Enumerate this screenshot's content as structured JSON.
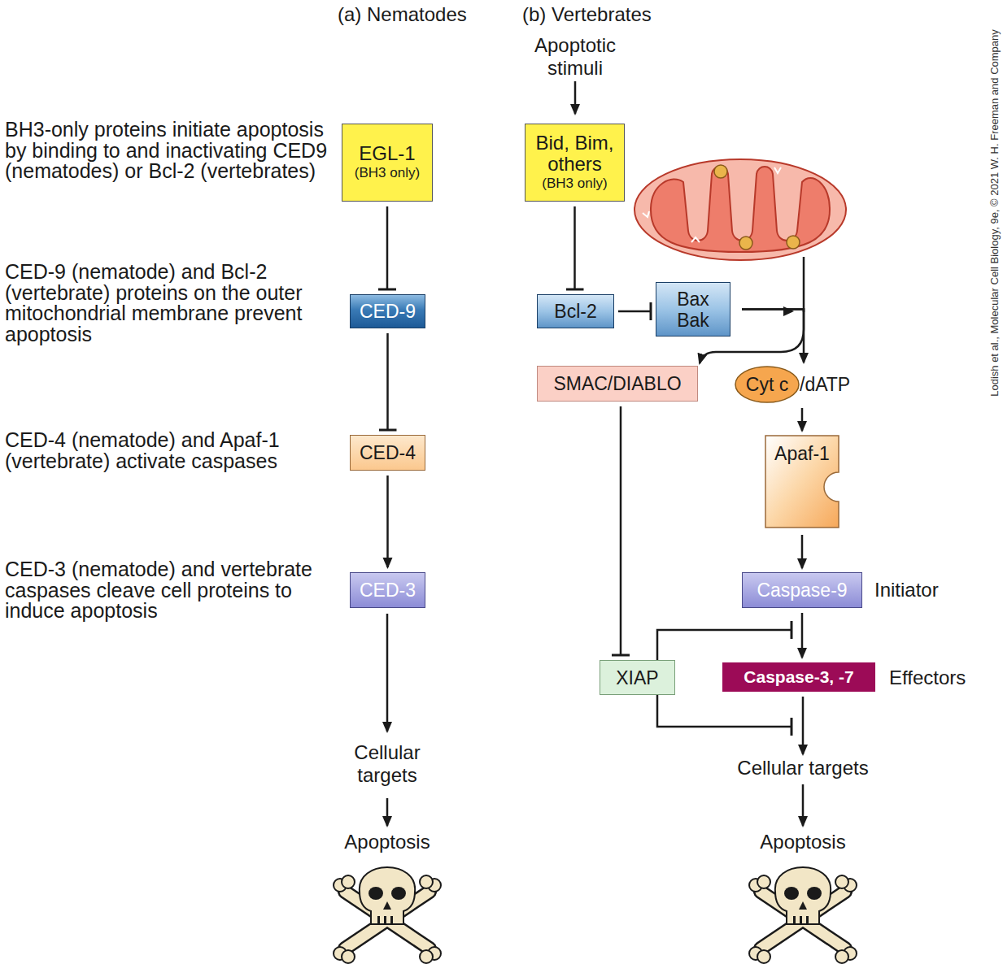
{
  "diagram": {
    "nodes": [
      {
        "text": [
          "EGL-1",
          "(BH3 only)"
        ]
      },
      {
        "text": [
          "CED-9"
        ]
      },
      {
        "text": [
          "CED-4"
        ]
      },
      {
        "text": [
          "CED-3"
        ]
      },
      {
        "text": [
          "Bid, Bim, others",
          "(BH3 only)"
        ]
      },
      {
        "text": [
          "Bcl-2"
        ]
      },
      {
        "text": [
          "Bax Bak"
        ]
      },
      {
        "text": [
          "SMAC/DIABLO"
        ]
      },
      {
        "text": [
          "Cyt c",
          "/dATP"
        ]
      },
      {
        "text": [
          "Apaf-1"
        ]
      },
      {
        "text": [
          "Caspase-9"
        ]
      },
      {
        "text": [
          "Caspase-3, -7"
        ]
      },
      {
        "text": [
          "XIAP"
        ]
      }
    ],
    "edges": [
      {
        "from": 0,
        "to": 1,
        "arrow": "to"
      },
      {
        "from": 1,
        "to": 2,
        "arrow": "to"
      },
      {
        "from": 2,
        "to": 3,
        "arrow": "to"
      },
      {
        "from": 4,
        "to": 5,
        "arrow": "to"
      },
      {
        "from": 5,
        "to": 6,
        "arrow": "to"
      },
      {
        "from": 6,
        "to": 7,
        "arrow": "to"
      },
      {
        "from": 6,
        "to": 8,
        "arrow": "to"
      },
      {
        "from": 8,
        "to": 9,
        "arrow": "to"
      },
      {
        "from": 9,
        "to": 10,
        "arrow": "to"
      },
      {
        "from": 10,
        "to": 11,
        "arrow": "to"
      },
      {
        "from": 7,
        "to": 12,
        "arrow": "to"
      },
      {
        "from": 12,
        "to": 10,
        "arrow": "to"
      },
      {
        "from": 12,
        "to": 11,
        "arrow": "to"
      }
    ],
    "labels": [
      "(a) Nematodes",
      "(b) Vertebrates",
      "Apoptotic stimuli",
      "BH3-only proteins initiate apoptosis by binding to and inactivating CED9 (nematodes) or Bcl-2 (vertebrates)",
      "CED-9 (nematode) and Bcl-2 (vertebrate) proteins on the outer mitochondrial membrane prevent apoptosis",
      "CED-4 (nematode) and Apaf-1 (vertebrate) activate caspases",
      "CED-3 (nematode) and vertebrate caspases cleave cell proteins to induce apoptosis",
      "Cellular targets",
      "Apoptosis",
      "Cellular targets",
      "Apoptosis",
      "Initiator",
      "Effectors",
      "Lodish et al., Molecular Cell Biology, 9e, © 2021 W. H. Freeman and Company"
    ]
  }
}
